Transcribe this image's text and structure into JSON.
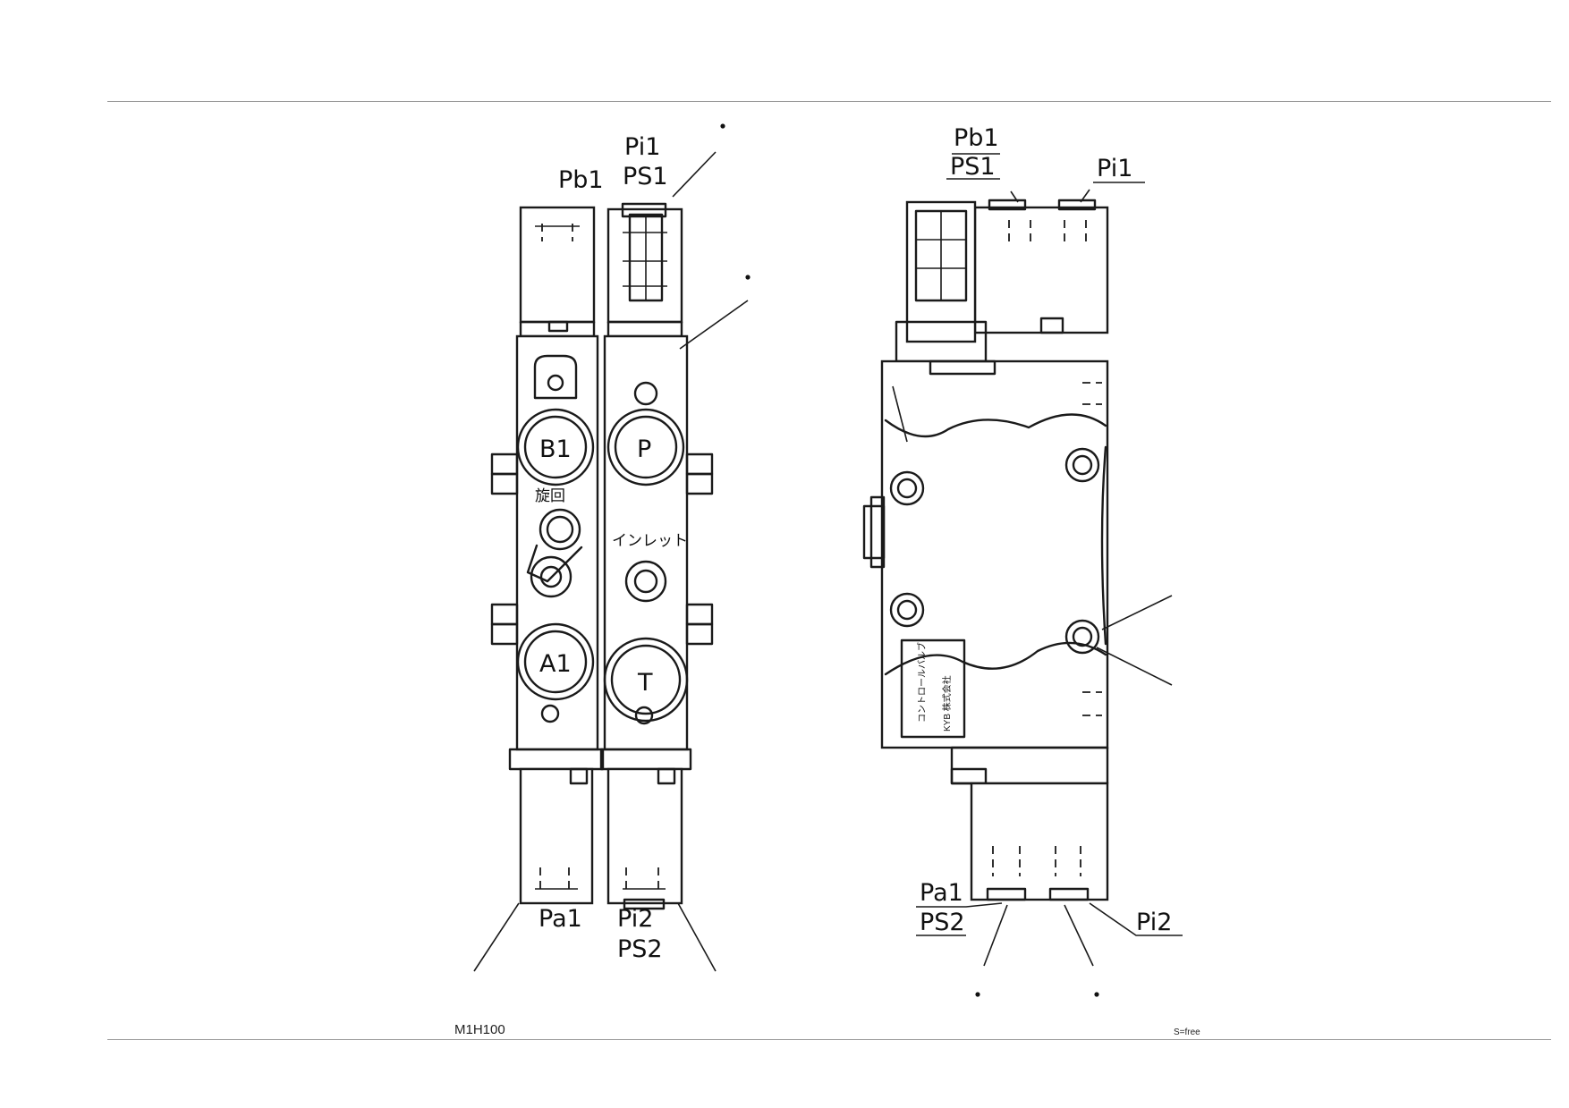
{
  "drawing": {
    "code": "M1H100",
    "scale": "S=free"
  },
  "front_view": {
    "labels": {
      "pi1": "Pi1",
      "ps1": "PS1",
      "pb1": "Pb1",
      "pa1": "Pa1",
      "pi2": "Pi2",
      "ps2": "PS2"
    },
    "ports": {
      "b1": "B1",
      "a1": "A1",
      "p": "P",
      "t": "T"
    },
    "section_labels": {
      "swing": "旋回",
      "inlet": "インレット"
    }
  },
  "side_view": {
    "labels": {
      "pb1": "Pb1",
      "ps1": "PS1",
      "pi1": "Pi1",
      "pa1": "Pa1",
      "ps2": "PS2",
      "pi2": "Pi2"
    },
    "nameplate": {
      "line1": "コントロールバルブ",
      "line2": "KYB 株式会社"
    }
  }
}
